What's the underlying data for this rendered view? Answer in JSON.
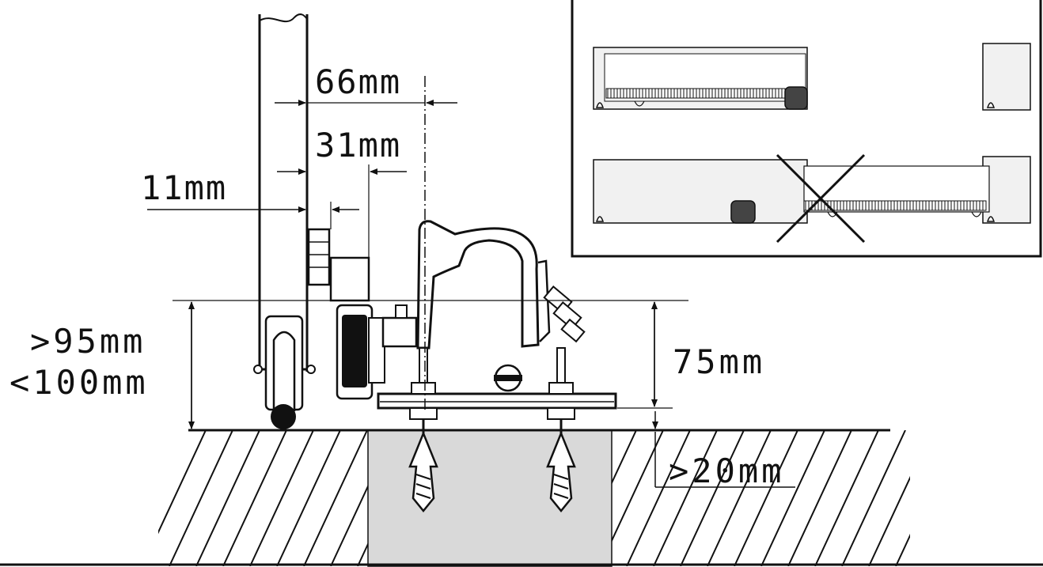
{
  "dimensions": {
    "d66": "66mm",
    "d31": "31mm",
    "d11": "11mm",
    "height_min": ">95mm",
    "height_max": "<100mm",
    "d75": "75mm",
    "d20": ">20mm"
  },
  "colors": {
    "ink": "#111111",
    "concrete": "#d9d9d9",
    "panel_fill": "#f1f1f1",
    "background": "#ffffff"
  }
}
